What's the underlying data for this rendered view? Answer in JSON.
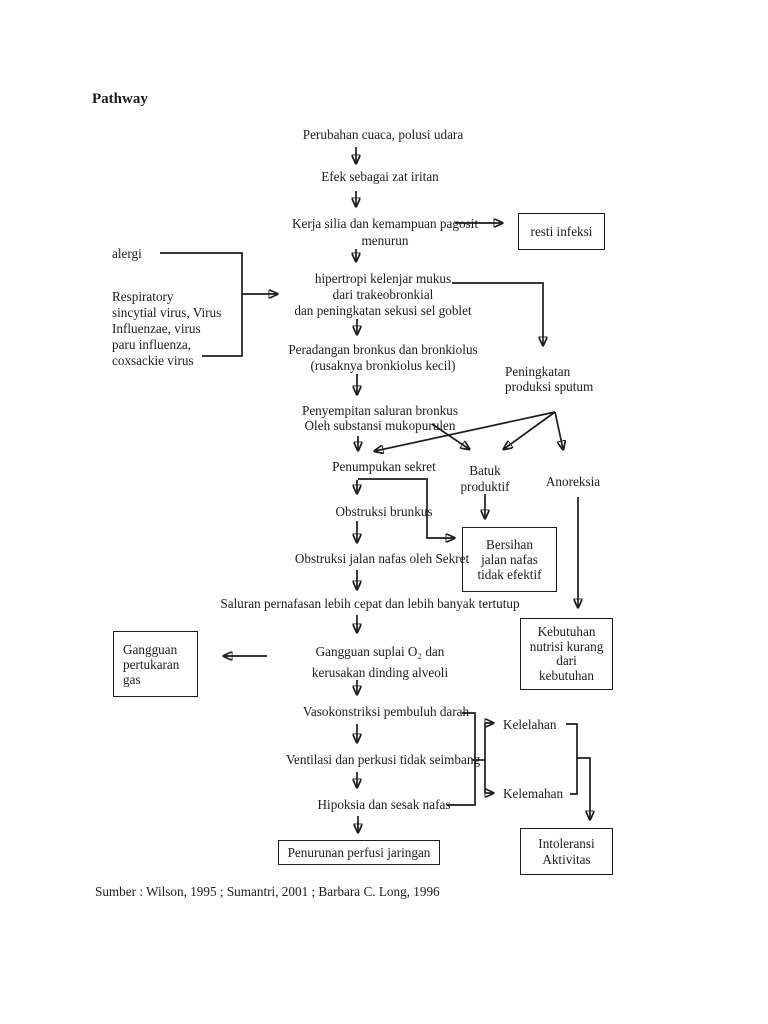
{
  "colors": {
    "ink": "#1c1c1c",
    "paper": "#ffffff"
  },
  "title": "Pathway",
  "flow": {
    "perubahan": "Perubahan cuaca, polusi udara",
    "efek": "Efek sebagai zat iritan",
    "kerja_l1": "Kerja silia dan kemampuan pagosit",
    "kerja_l2": "menurun",
    "resti": "resti infeksi",
    "hipertropi_l1": "hipertropi kelenjar mukus",
    "hipertropi_l2": "dari trakeobronkial",
    "hipertropi_l3": "dan peningkatan sekusi sel goblet",
    "alergi": "alergi",
    "virus_l1": "Respiratory",
    "virus_l2": "sincytial virus, Virus",
    "virus_l3": "Influenzae, virus",
    "virus_l4": "paru influenza,",
    "virus_l5": "coxsackie virus",
    "peradangan_l1": "Peradangan bronkus dan bronkiolus",
    "peradangan_l2": "(rusaknya bronkiolus kecil)",
    "peningkatan_l1": "Peningkatan",
    "peningkatan_l2": "produksi sputum",
    "penyempitan_l1": "Penyempitan saluran bronkus",
    "penyempitan_l2": "Oleh substansi mukopurulen",
    "penumpukan": "Penumpukan sekret",
    "batuk_l1": "Batuk",
    "batuk_l2": "produktif",
    "anoreksia": "Anoreksia",
    "obstruksi_brunkus": "Obstruksi brunkus",
    "bersihan_l1": "Bersihan",
    "bersihan_l2": "jalan nafas",
    "bersihan_l3": "tidak efektif",
    "obstruksi_jalan": "Obstruksi jalan nafas oleh Sekret",
    "saluran": "Saluran pernafasan lebih cepat dan lebih banyak tertutup",
    "gas_l1": "Gangguan",
    "gas_l2": "pertukaran",
    "gas_l3": "gas",
    "suplai_l1": "Gangguan suplai O₂ dan",
    "suplai_l2": "kerusakan dinding alveoli",
    "kebutuhan_l1": "Kebutuhan",
    "kebutuhan_l2": "nutrisi kurang",
    "kebutuhan_l3": "dari",
    "kebutuhan_l4": "kebutuhan",
    "vaso": "Vasokonstriksi pembuluh darah",
    "ventilasi": "Ventilasi dan perkusi tidak seimbang",
    "hipoksia": "Hipoksia dan sesak nafas",
    "kelelahan": "Kelelahan",
    "kelemahan": "Kelemahan",
    "intoleransi_l1": "Intoleransi",
    "intoleransi_l2": "Aktivitas",
    "penurunan": "Penurunan perfusi jaringan"
  },
  "footer": {
    "source": "Sumber : Wilson, 1995 ;  Sumantri, 2001  ;  Barbara C. Long, 1996"
  }
}
